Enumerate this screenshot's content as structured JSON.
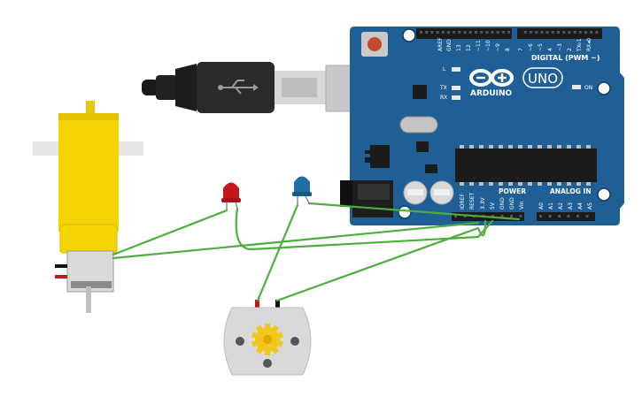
{
  "board": {
    "brand": "ARDUINO",
    "model": "UNO",
    "digital_header": "DIGITAL (PWM ~)",
    "power_header": "POWER",
    "analog_header": "ANALOG IN",
    "on_label": "ON",
    "led_L": "L",
    "led_TX": "TX",
    "led_RX": "RX",
    "digital_pins": [
      "AREF",
      "GND",
      "13",
      "12",
      "~11",
      "~10",
      "~9",
      "8",
      "7",
      "~6",
      "~5",
      "4",
      "~3",
      "2",
      "TX▹1",
      "RX◂0"
    ],
    "power_pins": [
      "IOREF",
      "RESET",
      "3.3V",
      "5V",
      "GND",
      "GND",
      "Vin"
    ],
    "analog_pins": [
      "A0",
      "A1",
      "A2",
      "A3",
      "A4",
      "A5"
    ]
  },
  "components": {
    "usb_cable": "usb-cable",
    "red_led": "red-led",
    "blue_led": "blue-led",
    "gear_motor": "yellow-gear-motor",
    "dc_motor": "dc-motor"
  },
  "colors": {
    "board": "#1f5f96",
    "wire": "#4caf3c",
    "motor_yellow": "#f3d400",
    "led_red": "#c4161c",
    "led_blue": "#1e6fa3"
  }
}
